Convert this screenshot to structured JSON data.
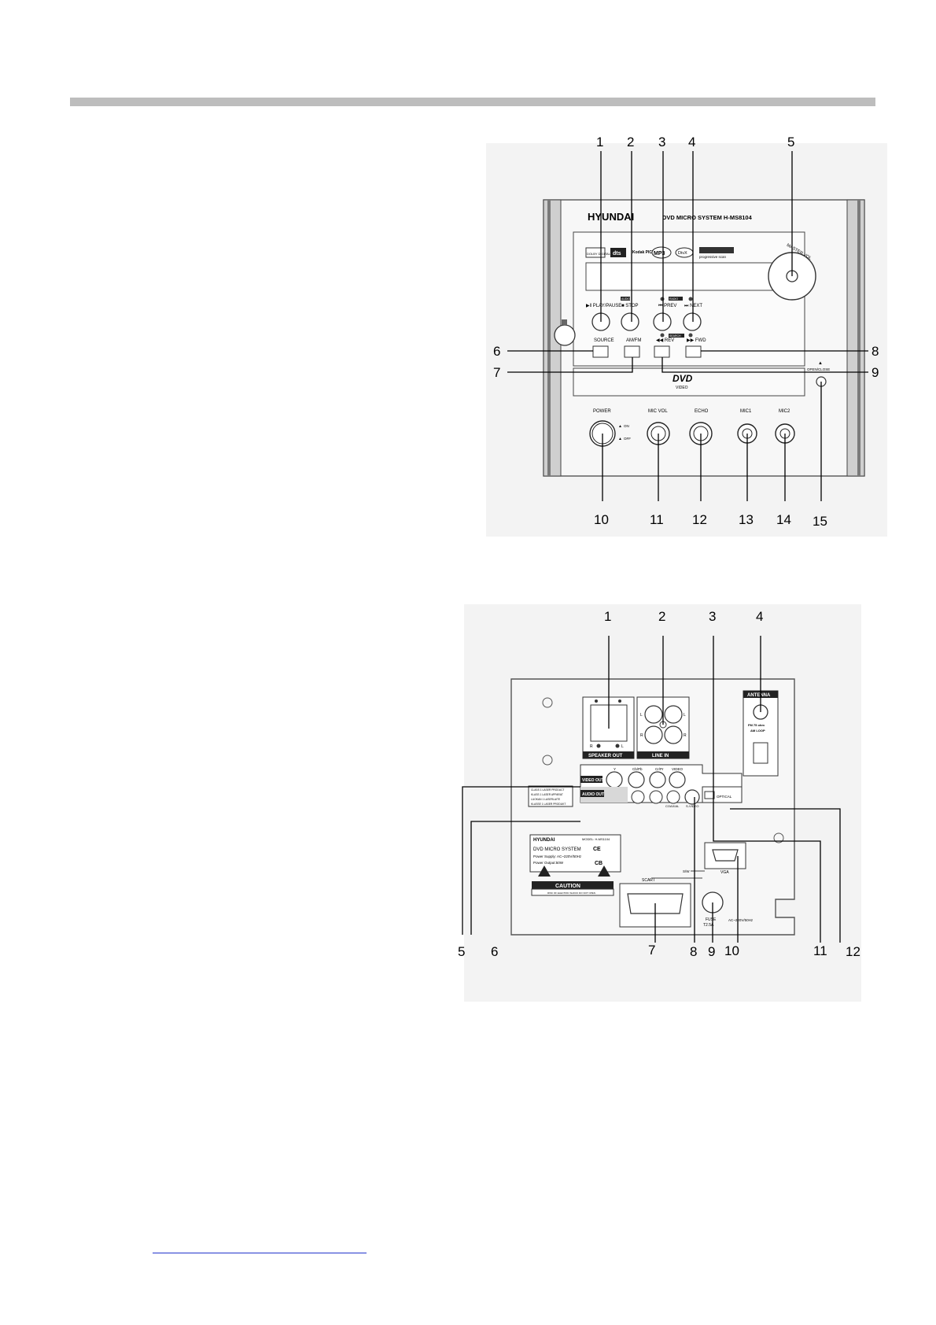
{
  "front_panel": {
    "brand": "HYUNDAI",
    "model_title": "DVD  MICRO  SYSTEM  H-MS8104",
    "logos": [
      "DOLBY DIGITAL",
      "dts",
      "Kodak PICTURE CD",
      "MP3",
      "DivX",
      "progressive scan"
    ],
    "knob_label": "MASTER VOL",
    "buttons_top": [
      {
        "label": "▶‖ PLAY/PAUSE",
        "tag": ""
      },
      {
        "label": "■ STOP",
        "tag": "AUDIO"
      },
      {
        "label": "⏮ PREV",
        "tag": "RADIO"
      },
      {
        "label": "⏭ NEXT",
        "tag": ""
      }
    ],
    "buttons_bottom": [
      "SOURCE",
      "AM/FM",
      "◀◀ REV",
      "▶▶ FWD"
    ],
    "search_label": "SEARCH",
    "disc_logo": "DVD",
    "disc_logo_sub": "VIDEO",
    "open_close": "OPEN/CLOSE",
    "power": "POWER",
    "power_on": "ON",
    "power_off": "OFF",
    "controls": [
      "MIC  VOL",
      "ECHO",
      "MIC1",
      "MIC2"
    ],
    "callouts": [
      "1",
      "2",
      "3",
      "4",
      "5",
      "6",
      "7",
      "8",
      "9",
      "10",
      "11",
      "12",
      "13",
      "14",
      "15"
    ]
  },
  "rear_panel": {
    "speaker_out": "SPEAKER OUT",
    "speaker_r": "R",
    "speaker_l": "L",
    "line_in": "LINE IN",
    "line_in_l": "L",
    "line_in_r": "R",
    "antenna": "ANTENNA",
    "fm": "FM 75 ohm",
    "am": "AM LOOP",
    "video_out": "VIDEO OUT",
    "audio_out": "AUDIO OUT",
    "video_jacks": [
      "Y",
      "Cb/Pb",
      "Cr/Pr",
      "VIDEO"
    ],
    "coaxial": "COAXIAL",
    "svideo": "S-VIDEO",
    "optical": "OPTICAL",
    "laser_label": [
      "CLASS 1 LASER PRODUCT",
      "KLASS 1 LASER APPARAT",
      "LUOKAN 1 LASERLAITE",
      "KLASSE 1 LASER PRODUKT"
    ],
    "nameplate": {
      "brand": "HYUNDAI",
      "model": "MODEL: H-MS1104",
      "title": "DVD  MICRO  SYSTEM",
      "supply": "Power Supply: AC~220V/50Hz",
      "output": "Power Output:50W"
    },
    "caution": "CAUTION",
    "caution_sub": "RISK OF ELECTRIC SHOCK DO NOT OPEN",
    "scart": "SCART",
    "vga": "VGA",
    "sw": "S/W",
    "fuse": "FUSE",
    "fuse_rating": "T2.5A",
    "mains": "AC~220V/50Hz",
    "callouts": [
      "1",
      "2",
      "3",
      "4",
      "5",
      "6",
      "7",
      "8",
      "9",
      "10",
      "11",
      "12"
    ]
  }
}
